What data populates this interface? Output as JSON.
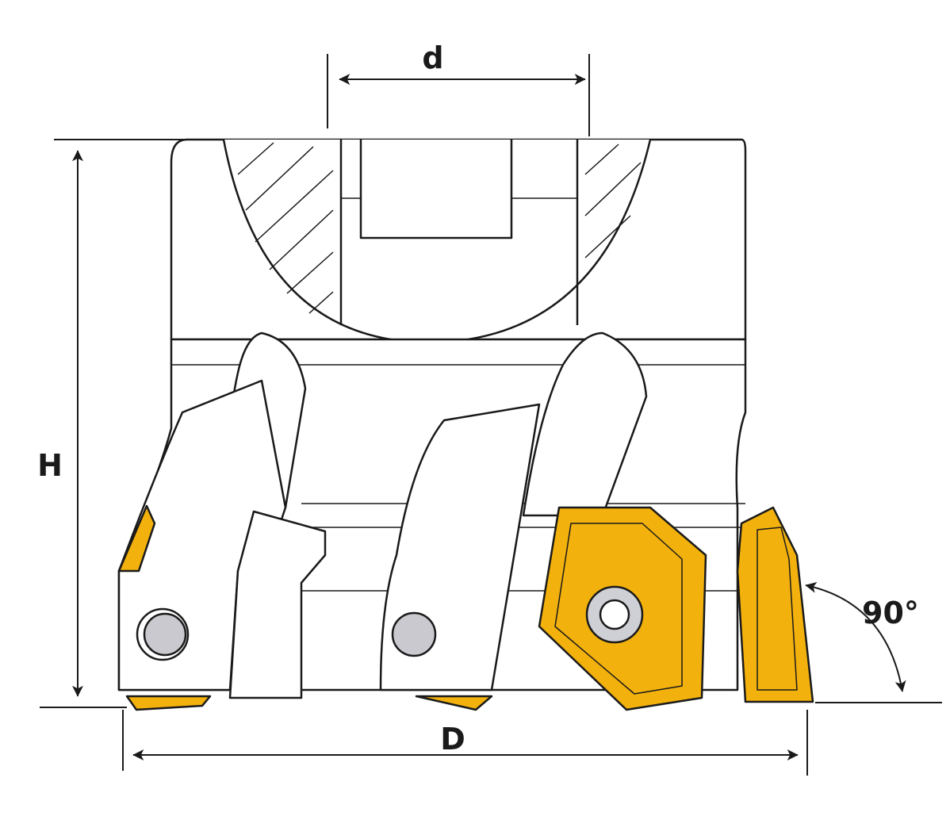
{
  "dimensions": {
    "d": "d",
    "H": "H",
    "D": "D",
    "angle": "90°"
  },
  "colors": {
    "outline": "#1a1a1a",
    "body_fill": "#ffffff",
    "insert_fill": "#f2b10d",
    "insert_shade": "#e39a00",
    "screw_fill": "#cfcfd6",
    "hole_fill": "#c9c9cf"
  },
  "icons": {
    "arrow": "arrowhead",
    "tool": "face-mill-cutter"
  }
}
